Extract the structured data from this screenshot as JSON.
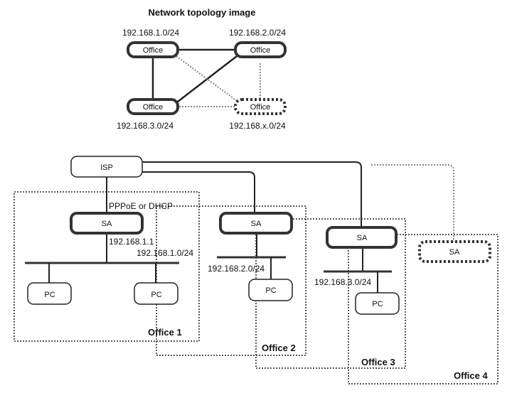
{
  "top": {
    "title": "Network topology image",
    "nodes": [
      {
        "label": "Office",
        "subnet": "192.168.1.0/24",
        "style": "solid"
      },
      {
        "label": "Office",
        "subnet": "192.168.2.0/24",
        "style": "solid"
      },
      {
        "label": "Office",
        "subnet": "192.168.3.0/24",
        "style": "solid"
      },
      {
        "label": "Office",
        "subnet": "192.168.x.0/24",
        "style": "dashed"
      }
    ]
  },
  "bottom": {
    "isp": "ISP",
    "wan_label": "PPPoE or DHCP",
    "offices": [
      {
        "name": "Office 1",
        "sa": "SA",
        "sa_ip": "192.168.1.1",
        "subnet": "192.168.1.0/24",
        "pcs": [
          "PC",
          "PC"
        ]
      },
      {
        "name": "Office 2",
        "sa": "SA",
        "subnet": "192.168.2.0/24",
        "pcs": [
          "PC"
        ]
      },
      {
        "name": "Office 3",
        "sa": "SA",
        "subnet": "192.168.3.0/24",
        "pcs": [
          "PC"
        ]
      },
      {
        "name": "Office 4",
        "sa": "SA",
        "pcs": []
      }
    ]
  }
}
